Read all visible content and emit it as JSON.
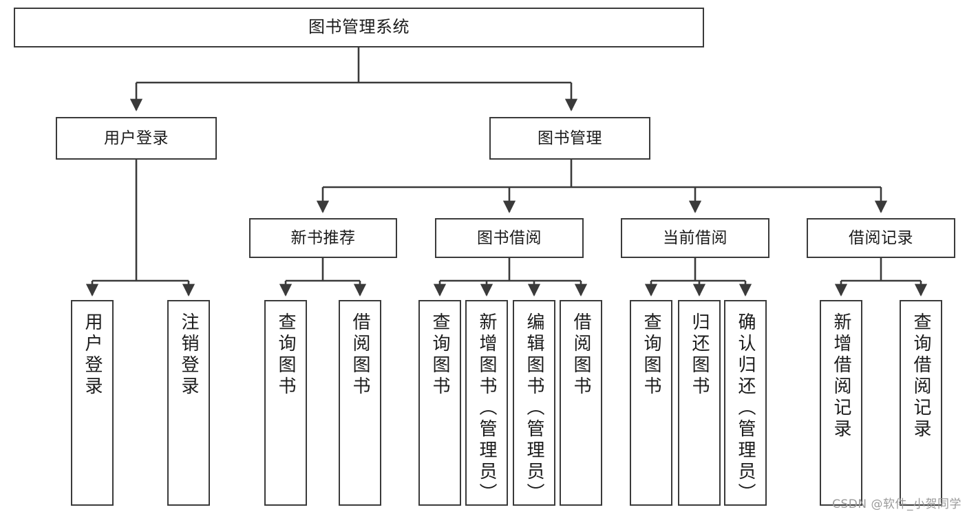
{
  "diagram": {
    "title": "图书管理系统",
    "watermark": "CSDN @软件_小贺同学",
    "line_color": "#3a3a3a",
    "box_fill": "#ffffff",
    "text_color": "#1b1b1b",
    "root": {
      "label": "图书管理系统"
    },
    "level2": [
      {
        "label": "用户登录"
      },
      {
        "label": "图书管理"
      }
    ],
    "level3": [
      {
        "label": "新书推荐"
      },
      {
        "label": "图书借阅"
      },
      {
        "label": "当前借阅"
      },
      {
        "label": "借阅记录"
      }
    ],
    "leaves": {
      "user_login": [
        {
          "label": "用户登录"
        },
        {
          "label": "注销登录"
        }
      ],
      "new_book_recommend": [
        {
          "label": "查询图书"
        },
        {
          "label": "借阅图书"
        }
      ],
      "book_borrow": [
        {
          "label": "查询图书"
        },
        {
          "label": "新增图书（管理员）"
        },
        {
          "label": "编辑图书（管理员）"
        },
        {
          "label": "借阅图书"
        }
      ],
      "current_borrow": [
        {
          "label": "查询图书"
        },
        {
          "label": "归还图书"
        },
        {
          "label": "确认归还（管理员）"
        }
      ],
      "borrow_record": [
        {
          "label": "新增借阅记录"
        },
        {
          "label": "查询借阅记录"
        }
      ]
    }
  }
}
